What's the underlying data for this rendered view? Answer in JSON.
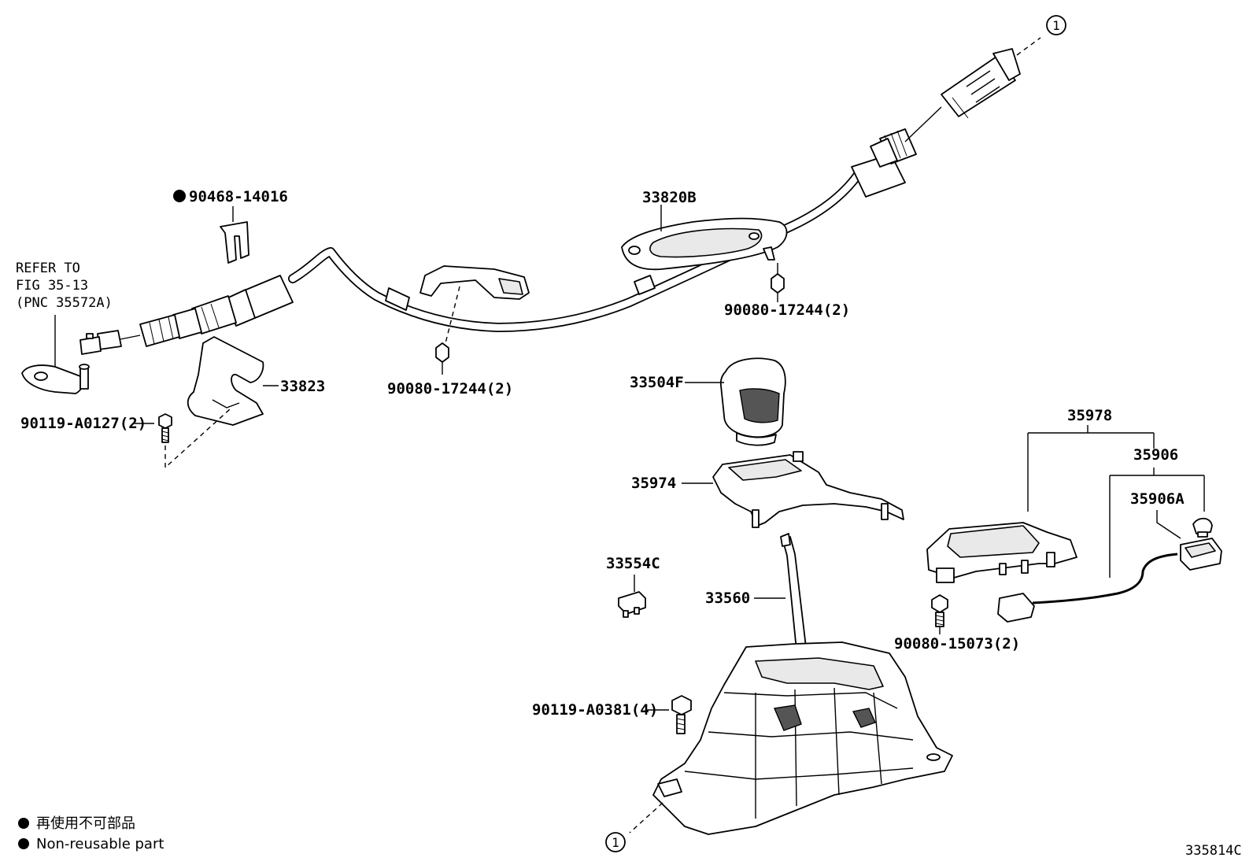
{
  "callout_ref": "1",
  "labels": {
    "p90468": "90468-14016",
    "p33820b": "33820B",
    "refer_line1": "REFER TO",
    "refer_line2": "FIG 35-13",
    "refer_line3": "(PNC 35572A)",
    "p90080_17244_top": "90080-17244(2)",
    "p90080_17244_mid": "90080-17244(2)",
    "p33823": "33823",
    "p90119_a0127": "90119-A0127(2)",
    "p33504f": "33504F",
    "p35974": "35974",
    "p35978": "35978",
    "p35906": "35906",
    "p35906a": "35906A",
    "p33554c": "33554C",
    "p33560": "33560",
    "p90080_15073": "90080-15073(2)",
    "p90119_a0381": "90119-A0381(4)"
  },
  "legend": {
    "jp": "再使用不可部品",
    "en": "Non-reusable part"
  },
  "figure_code": "335814C"
}
